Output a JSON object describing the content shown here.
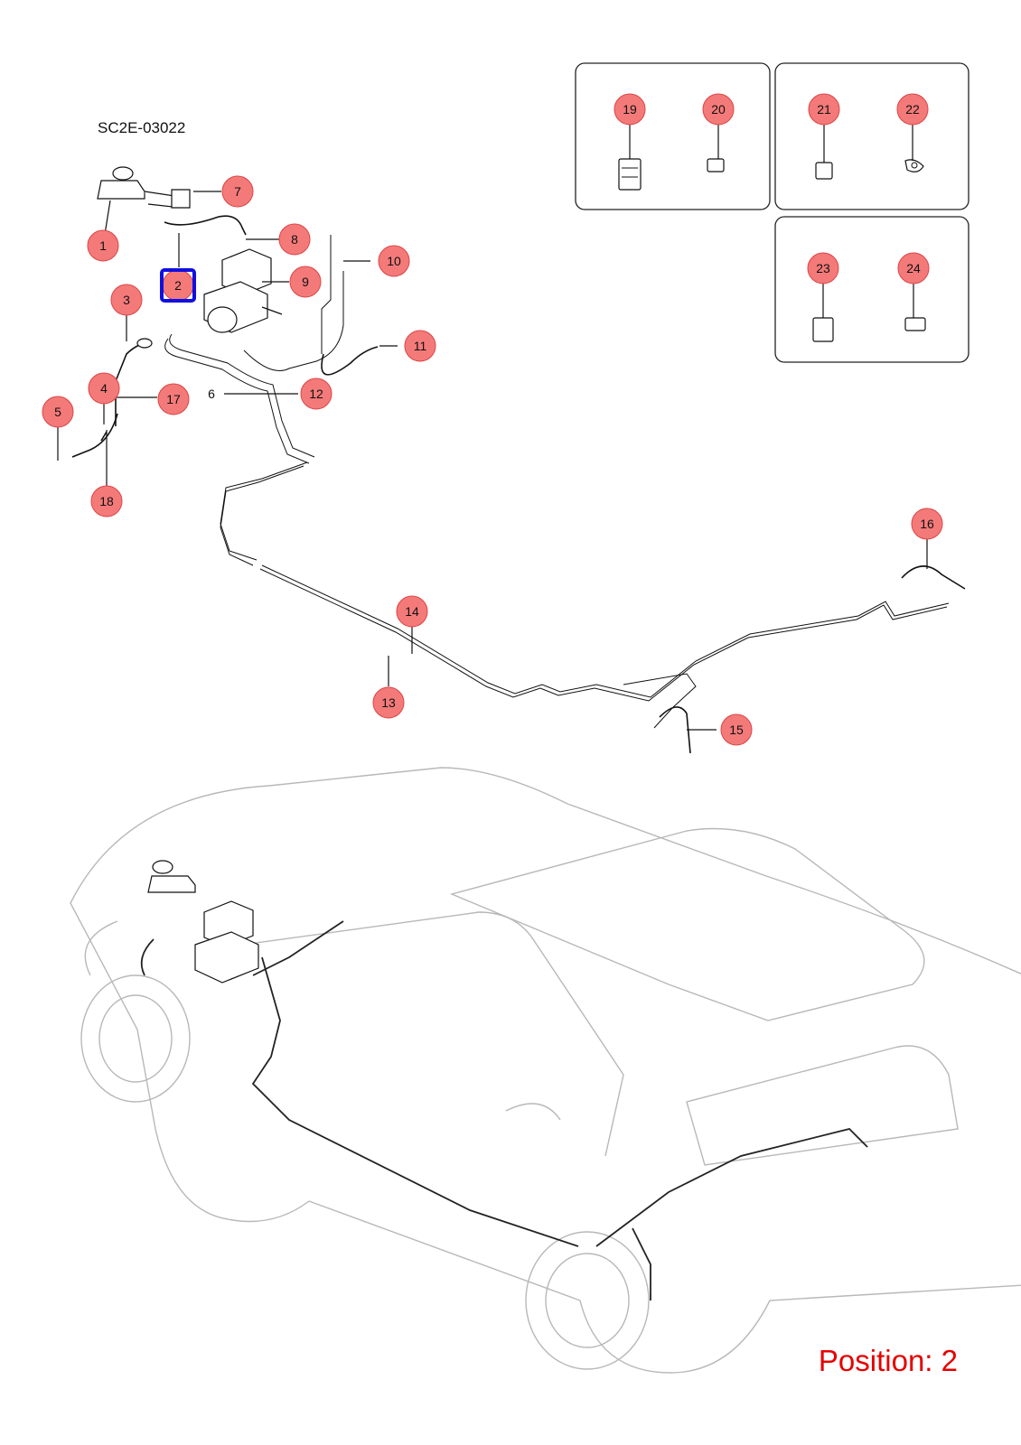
{
  "reference_code": "SC2E-03022",
  "position_label": "Position: 2",
  "highlighted_callout": "2",
  "callouts": {
    "c1": "1",
    "c2": "2",
    "c3": "3",
    "c4": "4",
    "c5": "5",
    "c6": "6",
    "c7": "7",
    "c8": "8",
    "c9": "9",
    "c10": "10",
    "c11": "11",
    "c12": "12",
    "c13": "13",
    "c14": "14",
    "c15": "15",
    "c16": "16",
    "c17": "17",
    "c18": "18",
    "c19": "19",
    "c20": "20",
    "c21": "21",
    "c22": "22",
    "c23": "23",
    "c24": "24"
  },
  "colors": {
    "callout_fill": "#f47a7a",
    "highlight": "#1010e0",
    "position_text": "#e60000",
    "vehicle_outline": "#b8b8b8"
  }
}
